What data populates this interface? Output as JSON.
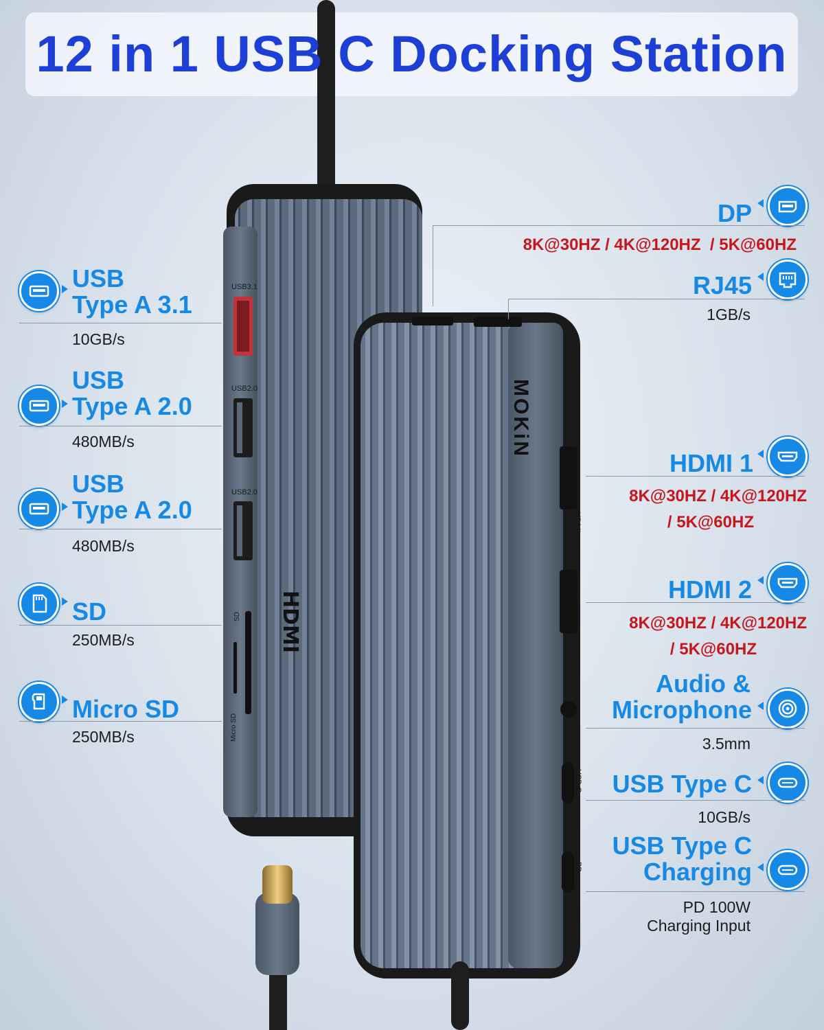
{
  "title": "12 in 1 USB C Docking Station",
  "device": {
    "brand": "MOKiN",
    "port_marks": {
      "usb31": "USB3.1",
      "usb20a": "USB2.0",
      "usb20b": "USB2.0",
      "sd": "SD",
      "microsd": "Micro SD",
      "hdmi_side": "HDMI",
      "usbc": "USB-C",
      "pd": "PD",
      "hdmi_logo": "HDMI"
    }
  },
  "left_ports": [
    {
      "label_line1": "USB",
      "label_line2": "Type A 3.1",
      "spec": "10GB/s",
      "icon": "usb-a-icon"
    },
    {
      "label_line1": "USB",
      "label_line2": "Type A 2.0",
      "spec": "480MB/s",
      "icon": "usb-a-icon"
    },
    {
      "label_line1": "USB",
      "label_line2": "Type A 2.0",
      "spec": "480MB/s",
      "icon": "usb-a-icon"
    },
    {
      "label_line1": "SD",
      "spec": "250MB/s",
      "icon": "sd-card-icon"
    },
    {
      "label_line1": "Micro SD",
      "spec": "250MB/s",
      "icon": "micro-sd-icon"
    }
  ],
  "right_ports": {
    "dp": {
      "label": "DP",
      "spec": "8K@30HZ / 4K@120HZ  / 5K@60HZ",
      "icon": "displayport-icon"
    },
    "rj45": {
      "label": "RJ45",
      "spec": "1GB/s",
      "icon": "ethernet-icon"
    },
    "hdmi1": {
      "label": "HDMI 1",
      "spec_line1": "8K@30HZ / 4K@120HZ",
      "spec_line2": "/ 5K@60HZ",
      "icon": "hdmi-icon"
    },
    "hdmi2": {
      "label": "HDMI 2",
      "spec_line1": "8K@30HZ / 4K@120HZ",
      "spec_line2": "/ 5K@60HZ",
      "icon": "hdmi-icon"
    },
    "audio": {
      "label_line1": "Audio &",
      "label_line2": "Microphone",
      "spec": "3.5mm",
      "icon": "audio-jack-icon"
    },
    "usbc": {
      "label": "USB Type C",
      "spec": "10GB/s",
      "icon": "usb-c-icon"
    },
    "usbc_pd": {
      "label_line1": "USB Type C",
      "label_line2": "Charging",
      "spec_line1": "PD 100W",
      "spec_line2": "Charging Input",
      "icon": "usb-c-icon"
    }
  },
  "colors": {
    "accent": "#1689e6",
    "title": "#1d3fd6",
    "red_spec": "#c8161d",
    "device": "#5b6878"
  }
}
